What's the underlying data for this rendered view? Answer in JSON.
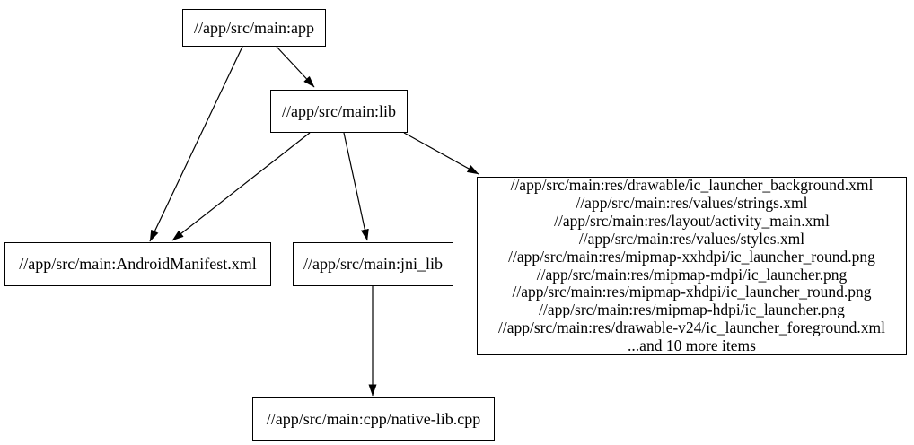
{
  "diagram": {
    "type": "dependency-graph",
    "background_color": "#ffffff",
    "node_border_color": "#000000",
    "edge_color": "#000000",
    "text_color": "#000000",
    "nodes": {
      "app": {
        "label": "//app/src/main:app"
      },
      "lib": {
        "label": "//app/src/main:lib"
      },
      "manifest": {
        "label": "//app/src/main:AndroidManifest.xml"
      },
      "jni_lib": {
        "label": "//app/src/main:jni_lib"
      },
      "native": {
        "label": "//app/src/main:cpp/native-lib.cpp"
      },
      "resources": {
        "lines": [
          "//app/src/main:res/drawable/ic_launcher_background.xml",
          "//app/src/main:res/values/strings.xml",
          "//app/src/main:res/layout/activity_main.xml",
          "//app/src/main:res/values/styles.xml",
          "//app/src/main:res/mipmap-xxhdpi/ic_launcher_round.png",
          "//app/src/main:res/mipmap-mdpi/ic_launcher.png",
          "//app/src/main:res/mipmap-xhdpi/ic_launcher_round.png",
          "//app/src/main:res/mipmap-hdpi/ic_launcher.png",
          "//app/src/main:res/drawable-v24/ic_launcher_foreground.xml",
          "...and 10 more items"
        ]
      }
    },
    "edges": [
      {
        "from": "app",
        "to": "manifest"
      },
      {
        "from": "app",
        "to": "lib"
      },
      {
        "from": "lib",
        "to": "manifest"
      },
      {
        "from": "lib",
        "to": "jni_lib"
      },
      {
        "from": "lib",
        "to": "resources"
      },
      {
        "from": "jni_lib",
        "to": "native"
      }
    ]
  }
}
